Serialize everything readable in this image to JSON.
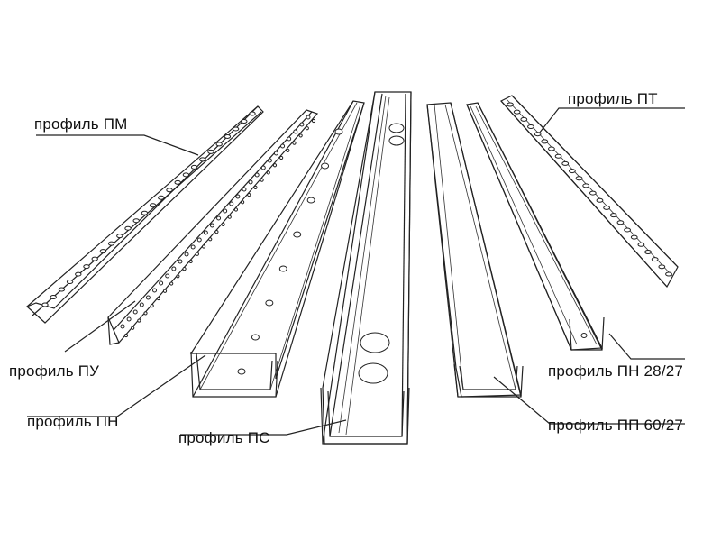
{
  "labels": {
    "pm": "профиль ПМ",
    "pt": "профиль ПТ",
    "pu": "профиль ПУ",
    "pn": "профиль ПН",
    "ps": "профиль ПС",
    "pn2827": "профиль ПН 28/27",
    "pp6027": "профиль ПП 60/27"
  }
}
